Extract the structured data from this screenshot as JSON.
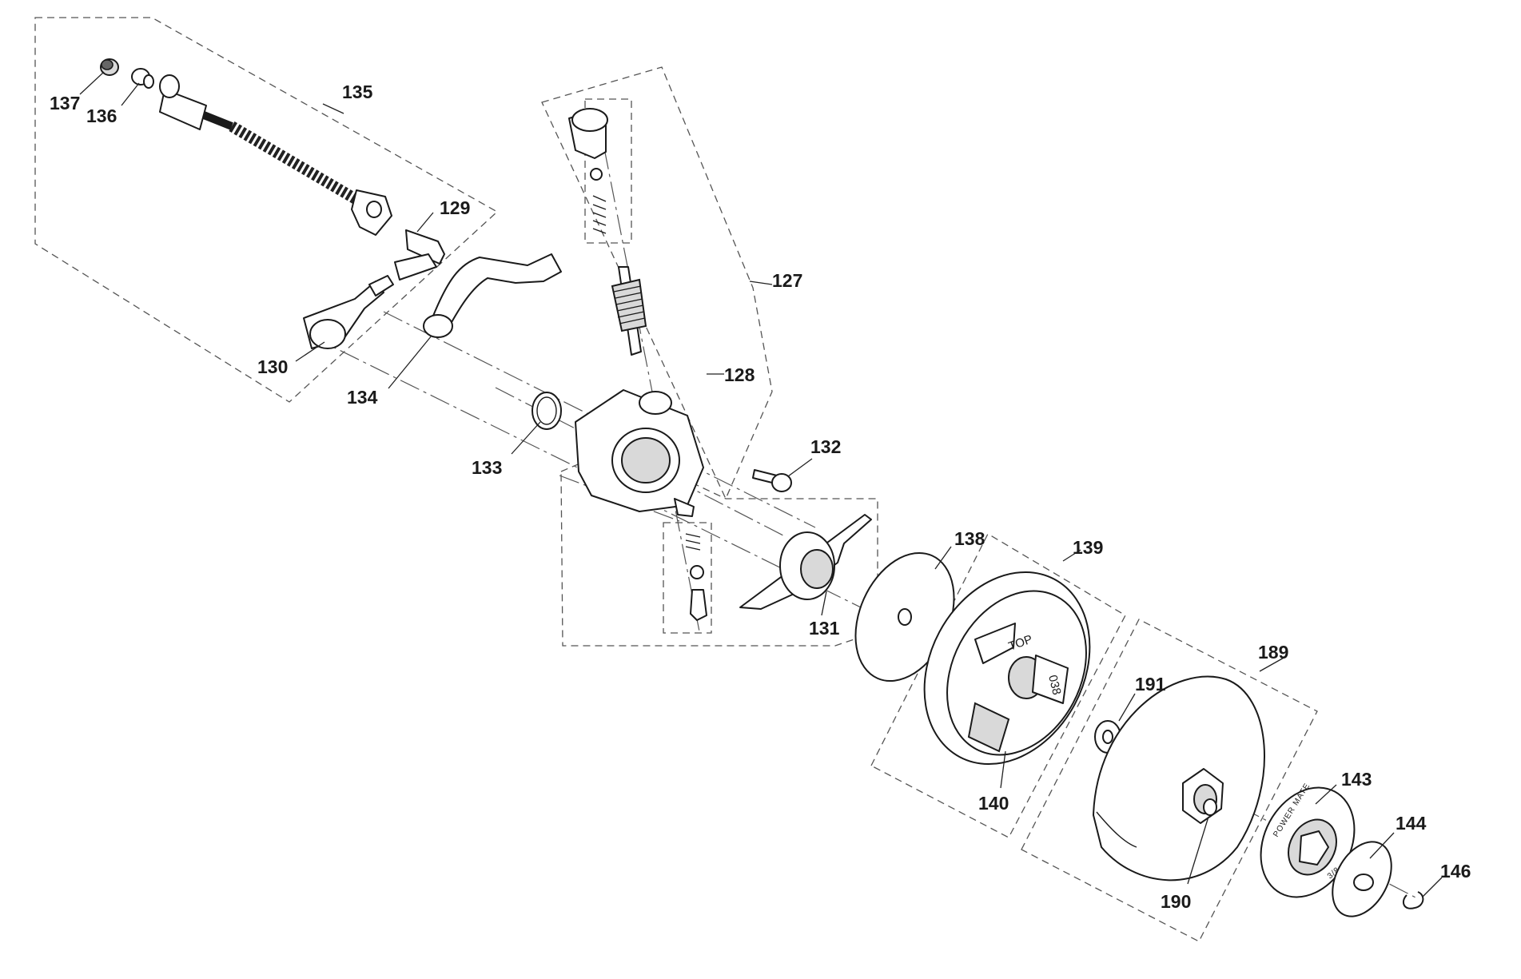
{
  "diagram": {
    "callouts": [
      {
        "id": "p137",
        "number": "137"
      },
      {
        "id": "p136",
        "number": "136"
      },
      {
        "id": "p135",
        "number": "135"
      },
      {
        "id": "p129",
        "number": "129"
      },
      {
        "id": "p130",
        "number": "130"
      },
      {
        "id": "p134",
        "number": "134"
      },
      {
        "id": "p133",
        "number": "133"
      },
      {
        "id": "p127",
        "number": "127"
      },
      {
        "id": "p128",
        "number": "128"
      },
      {
        "id": "p132",
        "number": "132"
      },
      {
        "id": "p131",
        "number": "131"
      },
      {
        "id": "p138",
        "number": "138"
      },
      {
        "id": "p139",
        "number": "139"
      },
      {
        "id": "p140",
        "number": "140"
      },
      {
        "id": "p191",
        "number": "191"
      },
      {
        "id": "p189",
        "number": "189"
      },
      {
        "id": "p143",
        "number": "143"
      },
      {
        "id": "p144",
        "number": "144"
      },
      {
        "id": "p146",
        "number": "146"
      },
      {
        "id": "p190",
        "number": "190"
      }
    ],
    "part_markings": {
      "clutch_top": "TOP",
      "clutch_code": "038",
      "rim_sprocket_brand": "POWER MATE",
      "rim_sprocket_size": "3/8"
    }
  }
}
